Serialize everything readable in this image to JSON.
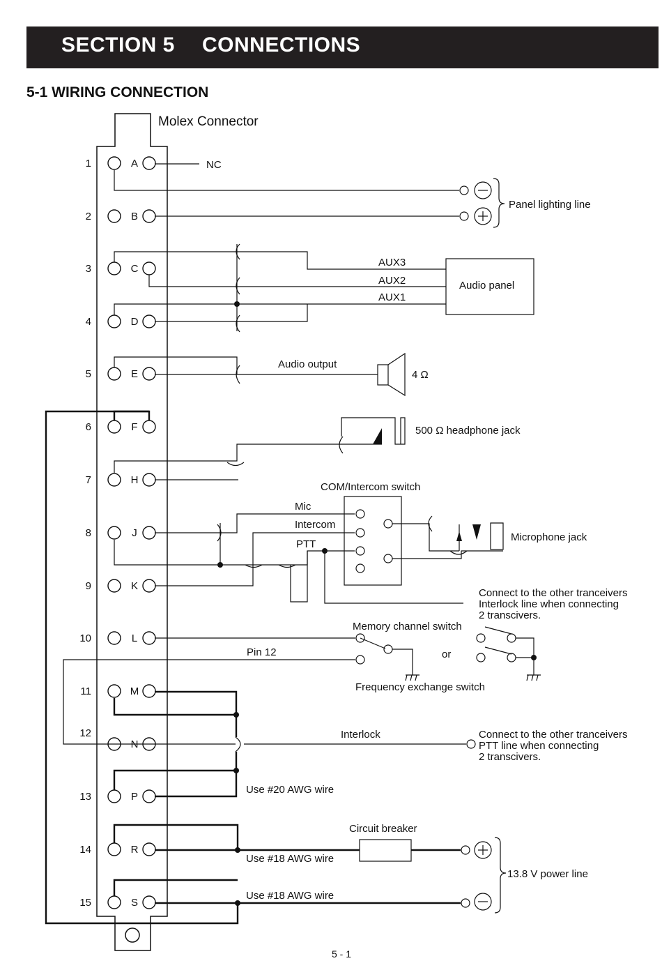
{
  "header": {
    "section": "SECTION 5",
    "title": "CONNECTIONS"
  },
  "subheading": "5-1 WIRING CONNECTION",
  "page_number": "5 - 1",
  "connector": {
    "title": "Molex Connector",
    "pins": [
      {
        "number": "1",
        "letter": "A"
      },
      {
        "number": "2",
        "letter": "B"
      },
      {
        "number": "3",
        "letter": "C"
      },
      {
        "number": "4",
        "letter": "D"
      },
      {
        "number": "5",
        "letter": "E"
      },
      {
        "number": "6",
        "letter": "F"
      },
      {
        "number": "7",
        "letter": "H"
      },
      {
        "number": "8",
        "letter": "J"
      },
      {
        "number": "9",
        "letter": "K"
      },
      {
        "number": "10",
        "letter": "L"
      },
      {
        "number": "11",
        "letter": "M"
      },
      {
        "number": "12",
        "letter": "N"
      },
      {
        "number": "13",
        "letter": "P"
      },
      {
        "number": "14",
        "letter": "R"
      },
      {
        "number": "15",
        "letter": "S"
      }
    ]
  },
  "labels": {
    "nc": "NC",
    "panel_lighting": "Panel lighting line",
    "aux3": "AUX3",
    "aux2": "AUX2",
    "aux1": "AUX1",
    "audio_panel": "Audio panel",
    "audio_output": "Audio output",
    "speaker_impedance": "4 Ω",
    "headphone_jack": "500 Ω headphone jack",
    "com_intercom_switch": "COM/Intercom switch",
    "mic": "Mic",
    "intercom": "Intercom",
    "ptt": "PTT",
    "microphone_jack": "Microphone jack",
    "interlock_note": [
      "Connect to the other tranceivers",
      "Interlock line when connecting",
      "2 transcivers."
    ],
    "memory_channel_switch": "Memory channel switch",
    "pin12": "Pin 12",
    "or": "or",
    "frequency_exchange_switch": "Frequency exchange switch",
    "interlock": "Interlock",
    "ptt_note": [
      "Connect to the other tranceivers",
      "PTT line when connecting",
      "2 transcivers."
    ],
    "awg20": "Use #20 AWG wire",
    "circuit_breaker": "Circuit breaker",
    "awg18_a": "Use #18 AWG wire",
    "awg18_b": "Use #18 AWG wire",
    "power_line": "13.8 V power line"
  }
}
